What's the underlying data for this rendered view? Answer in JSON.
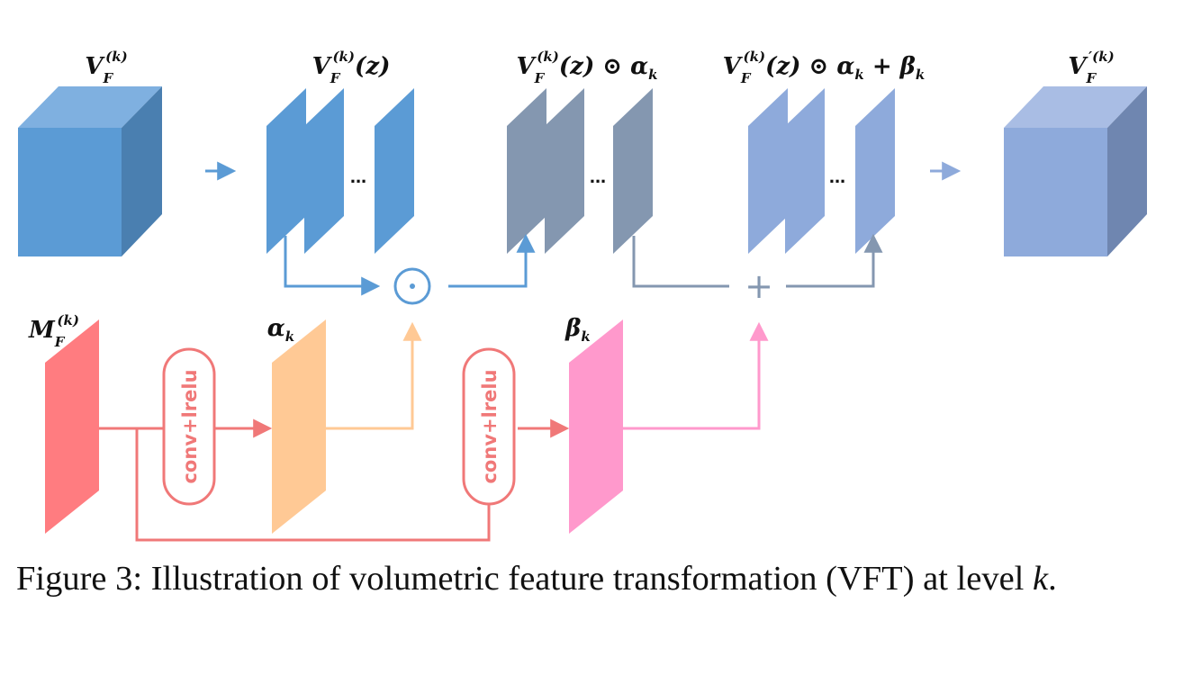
{
  "labels": {
    "input_volume": "V_F^(k)",
    "split_slices": "V_F^(k)(z)",
    "scaled_slices": "V_F^(k)(z) ⊙ α_k",
    "shifted_slices": "V_F^(k)(z) ⊙ α_k + β_k",
    "output_volume": "V'_F^(k)",
    "modulation": "M_F^(k)",
    "alpha": "α_k",
    "beta": "β_k"
  },
  "ellipsis": "...",
  "operators": {
    "multiply": "⊙",
    "add": "+"
  },
  "conv_blocks": [
    "conv+lrelu",
    "conv+lrelu"
  ],
  "caption": {
    "prefix": "Figure 3: Illustration of volumetric feature transformation (VFT) at level ",
    "var": "k",
    "suffix": "."
  },
  "colors": {
    "input_blue": "#5b9bd5",
    "scaled_gray": "#8497b0",
    "shifted_blue": "#8eaadb",
    "modulation_red": "#ff7c80",
    "alpha_orange": "#ffc995",
    "beta_pink": "#ff99cc"
  }
}
